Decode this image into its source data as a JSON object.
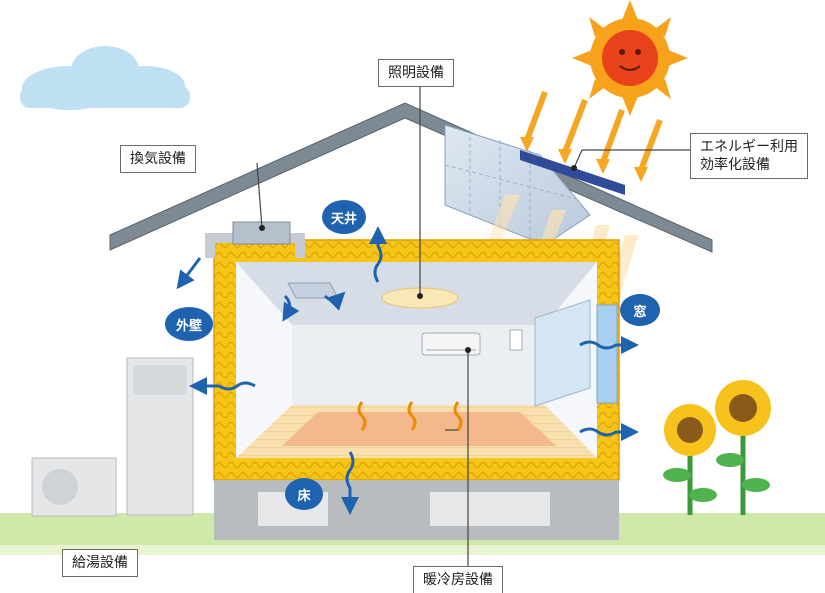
{
  "labels": {
    "lighting": "照明設備",
    "ventilation": "換気設備",
    "energy_efficiency": "エネルギー利用\n効率化設備",
    "hot_water": "給湯設備",
    "heating_cooling": "暖冷房設備"
  },
  "bubbles": {
    "ceiling": "天井",
    "outer_wall": "外壁",
    "window": "窓",
    "floor": "床"
  },
  "colors": {
    "insulation": "#f5c518",
    "roof": "#7d8a93",
    "bubble": "#1f62b0",
    "arrow_heat": "#1f62b0",
    "sun_arrow": "#f5a623",
    "grass": "#c8e6a0"
  }
}
